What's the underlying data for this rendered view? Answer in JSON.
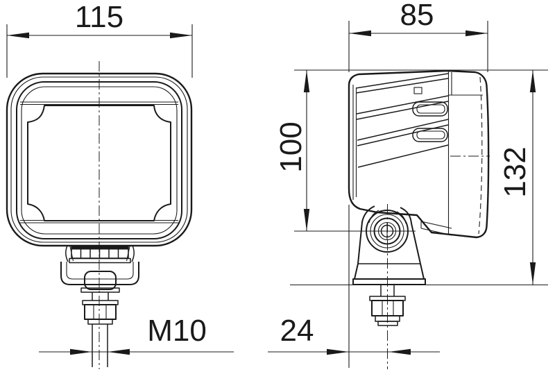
{
  "drawing": {
    "background_color": "#ffffff",
    "line_color": "#1a1a1a",
    "dimensions": {
      "front_width": "115",
      "depth": "85",
      "top_to_pivot_height": "100",
      "overall_height": "132",
      "thread": "M10",
      "pivot_offset": "24"
    }
  }
}
